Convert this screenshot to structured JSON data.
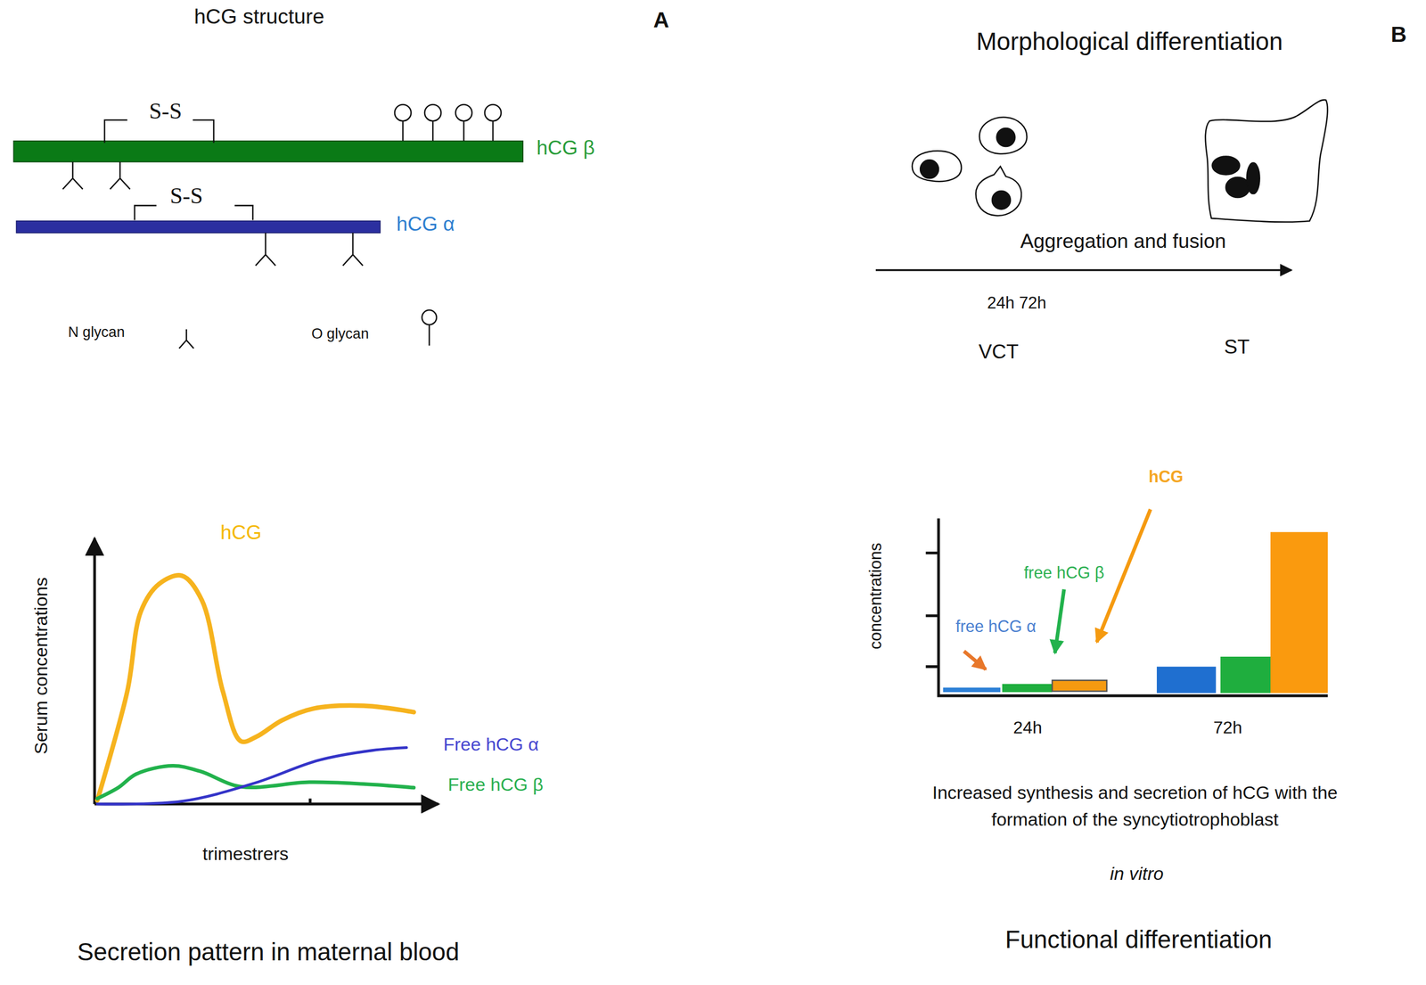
{
  "diagram": {
    "labels": [
      "hCG structure",
      "A",
      "S-S",
      "hCG β",
      "S-S",
      "hCG α",
      "N glycan",
      "O glycan",
      "hCG",
      "Serum concentrations",
      "Free hCG α",
      "Free hCG β",
      "trimestrers",
      "Secretion pattern in maternal blood",
      "B",
      "Morphological differentiation",
      "Aggregation and fusion",
      "24h 72h",
      "VCT",
      "ST",
      "hCG",
      "free hCG β",
      "free hCG α",
      "concentrations",
      "24h",
      "72h",
      "Increased synthesis and secretion of hCG with the formation of the syncytiotrophoblast",
      "in vitro",
      "Functional differentiation"
    ]
  }
}
